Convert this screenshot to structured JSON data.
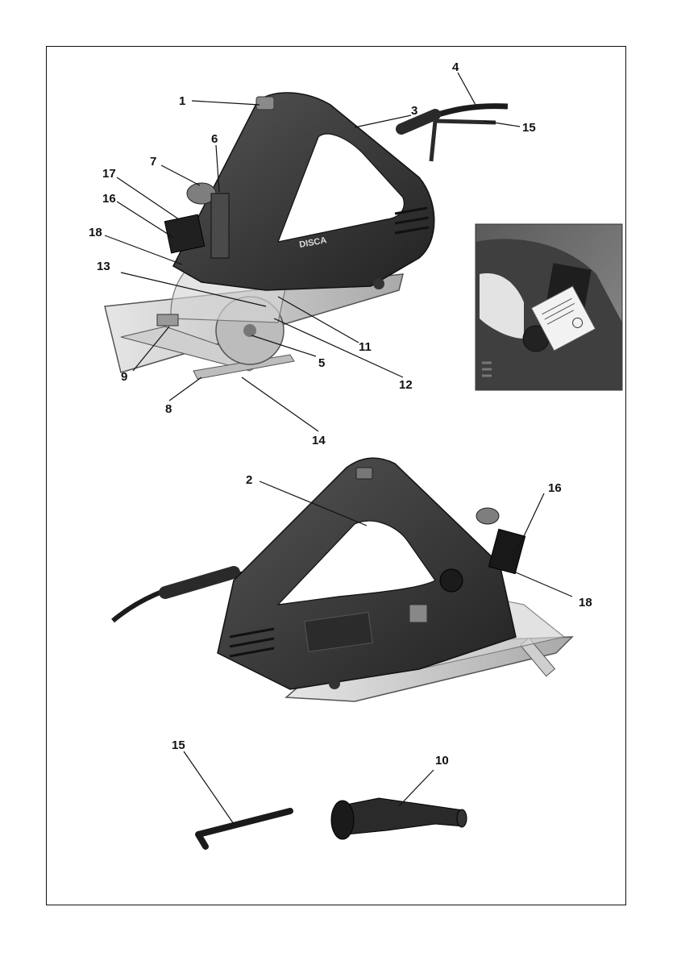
{
  "page": {
    "background": "#ffffff",
    "tool_color": "#3a3a3a",
    "accent_color": "#8a8a8a"
  },
  "figure_top": {
    "brand_logo_text": "DISCA",
    "callouts": {
      "c1": "1",
      "c3": "3",
      "c4": "4",
      "c15": "15",
      "c6": "6",
      "c7": "7",
      "c17": "17",
      "c16": "16",
      "c18": "18",
      "c13": "13",
      "c11": "11",
      "c5": "5",
      "c12": "12",
      "c9": "9",
      "c8": "8",
      "c14": "14"
    }
  },
  "inset_photo": {
    "label_icon": "warning-label-icon"
  },
  "figure_middle": {
    "callouts": {
      "c2": "2",
      "c16": "16",
      "c18": "18"
    }
  },
  "accessories": {
    "callouts": {
      "c15": "15",
      "c10": "10"
    }
  }
}
